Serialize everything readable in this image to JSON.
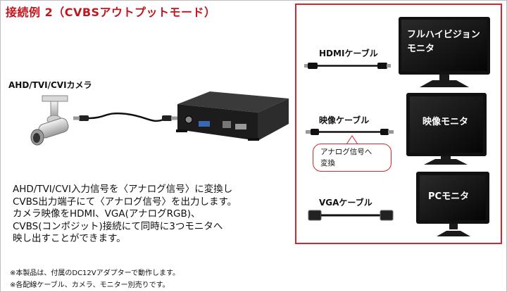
{
  "title": "接続例 2（CVBSアウトプットモード）",
  "camera_label": "AHD/TVI/CVIカメラ",
  "description": [
    "AHD/TVI/CVI入力信号を〈アナログ信号〉に変換し",
    "CVBS出力端子にて〈アナログ信号〉を出力します。",
    "カメラ映像をHDMI、VGA(アナログRGB)、",
    "CVBS(コンポジット)接続にて同時に3つモニタへ",
    "映し出すことができます。"
  ],
  "notes": [
    "※本製品は、付属のDC12Vアダプターで動作します。",
    "※各配線ケーブル、カメラ、モニター別売りです。"
  ],
  "cables": {
    "hdmi": "HDMIケーブル",
    "video": "映像ケーブル",
    "vga": "VGAケーブル"
  },
  "callout": [
    "アナログ信号へ",
    "変換"
  ],
  "monitors": {
    "fullhd": [
      "フルハイビジョン",
      "モニタ"
    ],
    "video": "映像モニタ",
    "pc": "PCモニタ"
  },
  "colors": {
    "accent": "#c3161c",
    "box_border": "#d9252b"
  }
}
